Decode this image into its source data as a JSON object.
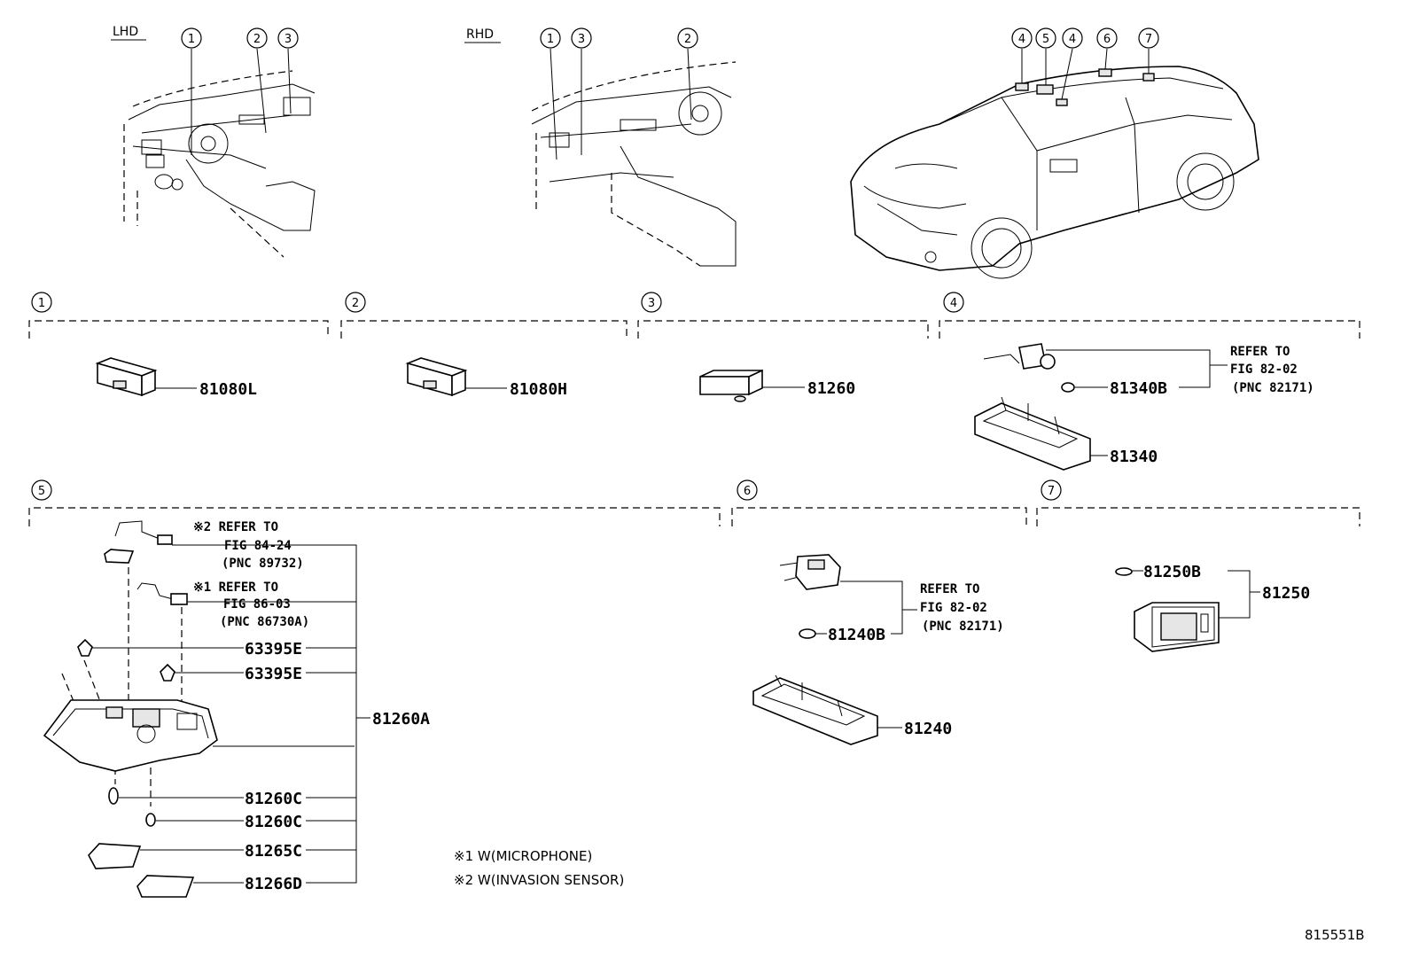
{
  "views": {
    "lhd_label": "LHD",
    "rhd_label": "RHD",
    "lhd_callouts": [
      "1",
      "2",
      "3"
    ],
    "rhd_callouts": [
      "1",
      "3",
      "2"
    ],
    "car_callouts": [
      "4",
      "5",
      "4",
      "6",
      "7"
    ]
  },
  "sections": [
    {
      "num": "1",
      "parts": [
        "81080L"
      ]
    },
    {
      "num": "2",
      "parts": [
        "81080H"
      ]
    },
    {
      "num": "3",
      "parts": [
        "81260"
      ]
    },
    {
      "num": "4",
      "parts": [
        "81340B",
        "81340"
      ],
      "refer": [
        "REFER TO",
        "FIG 82-02",
        "(PNC 82171)"
      ]
    },
    {
      "num": "5",
      "parts": [
        "63395E",
        "63395E",
        "81260A",
        "81260C",
        "81260C",
        "81265C",
        "81266D"
      ],
      "refer_a": [
        "※2 REFER TO",
        "FIG 84-24",
        "(PNC 89732)"
      ],
      "refer_b": [
        "※1 REFER TO",
        "FIG 86-03",
        "(PNC 86730A)"
      ]
    },
    {
      "num": "6",
      "parts": [
        "81240B",
        "81240"
      ],
      "refer": [
        "REFER TO",
        "FIG 82-02",
        "(PNC 82171)"
      ]
    },
    {
      "num": "7",
      "parts": [
        "81250B",
        "81250"
      ]
    }
  ],
  "notes": [
    "※1 W(MICROPHONE)",
    "※2 W(INVASION SENSOR)"
  ],
  "diagram_code": "815551B"
}
